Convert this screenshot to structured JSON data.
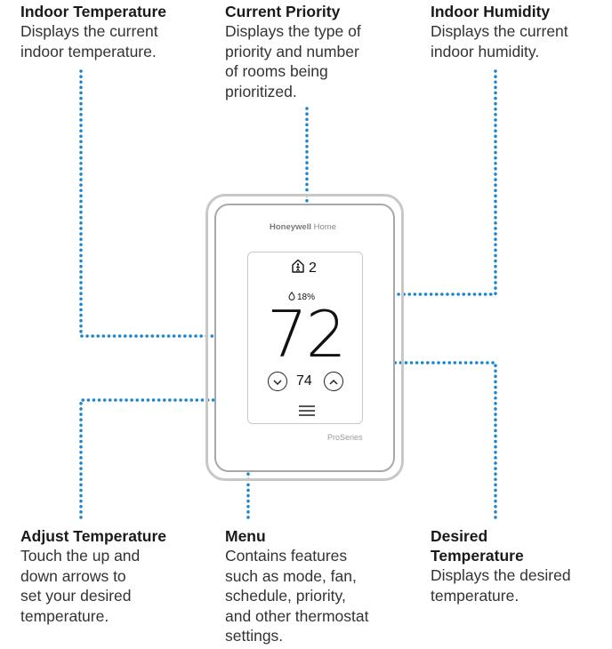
{
  "callouts": {
    "indoor_temperature": {
      "title": "Indoor Temperature",
      "lines": [
        "Displays the current",
        "indoor temperature."
      ]
    },
    "current_priority": {
      "title": "Current Priority",
      "lines": [
        "Displays the type of",
        "priority and number",
        "of rooms being",
        "prioritized."
      ]
    },
    "indoor_humidity": {
      "title": "Indoor Humidity",
      "lines": [
        "Displays the current",
        "indoor humidity."
      ]
    },
    "adjust_temperature": {
      "title": "Adjust Temperature",
      "lines": [
        "Touch the up and",
        "down arrows to",
        "set your desired",
        "temperature."
      ]
    },
    "menu": {
      "title": "Menu",
      "lines": [
        "Contains features",
        "such as mode, fan,",
        "schedule, priority,",
        "and other thermostat",
        "settings."
      ]
    },
    "desired_temperature": {
      "title_lines": [
        "Desired",
        "Temperature"
      ],
      "lines": [
        "Displays the desired",
        "temperature."
      ]
    }
  },
  "device": {
    "brand_bold": "Honeywell",
    "brand_light": "Home",
    "series_label": "ProSeries",
    "priority_count": "2",
    "humidity": "18%",
    "indoor_temp": "72",
    "setpoint": "74"
  },
  "colors": {
    "leader_line": "#1a86d0",
    "frame": "#c8c8c8"
  },
  "icons": [
    "home-priority-icon",
    "water-drop-icon",
    "chevron-down-icon",
    "chevron-up-icon",
    "menu-icon"
  ]
}
